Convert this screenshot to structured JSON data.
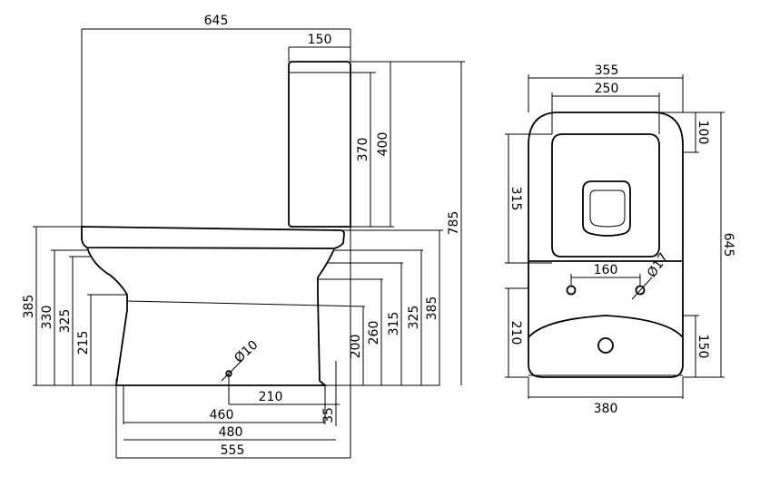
{
  "side_view": {
    "overall_width": "645",
    "tank_depth": "150",
    "tank_height_inner": "370",
    "tank_height": "400",
    "overall_height": "785",
    "seat_height": "385",
    "rim_height": "330",
    "inner_325": "325",
    "outlet_center": "215",
    "outlet_height": "200",
    "right_260": "260",
    "right_315": "315",
    "right_325": "325",
    "right_385": "385",
    "hole_diameter": "Ø10",
    "bolt_210": "210",
    "bottom_35": "35",
    "base_460": "460",
    "base_480": "480",
    "base_555": "555"
  },
  "top_view": {
    "overall_width": "355",
    "seat_width": "250",
    "top_offset": "100",
    "seat_length": "315",
    "overall_depth": "645",
    "bolt_spacing": "160",
    "bolt_diameter": "Ø17",
    "front_210": "210",
    "front_150": "150",
    "base_width": "380"
  }
}
